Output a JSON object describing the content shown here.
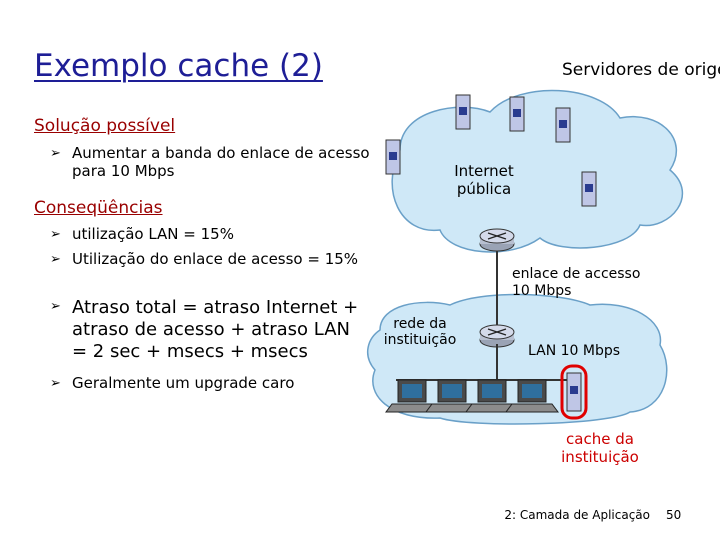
{
  "title": "Exemplo cache (2)",
  "solution_heading": "Solução possível",
  "solution_bullets": [
    "Aumentar a banda do enlace de acesso para 10 Mbps"
  ],
  "consequences_heading": "Conseqüências",
  "consequence_bullets": [
    "utilização LAN = 15%",
    "Utilização do enlace de acesso = 15%",
    "Atraso total = atraso Internet + atraso de acesso + atraso LAN = 2 sec + msecs + msecs",
    "Geralmente um upgrade caro"
  ],
  "diagram": {
    "origin_servers_label": "Servidores de origem",
    "internet_label": "Internet pública",
    "access_link_label": "enlace de accesso 10 Mbps",
    "institution_network_label": "rede da instituição",
    "lan_label": "LAN 10 Mbps",
    "cache_label": "cache da instituição",
    "cloud_color": "#cfe8f7",
    "highlight_color": "#e00000"
  },
  "footer": "2: Camada de Aplicação",
  "page_number": "50"
}
